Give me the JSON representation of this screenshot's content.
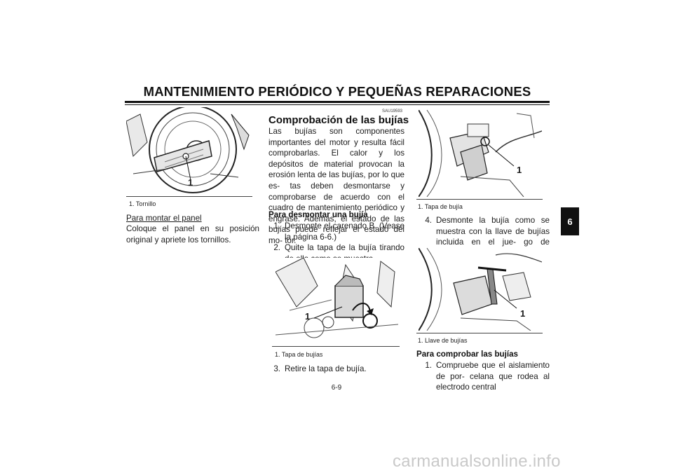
{
  "header": {
    "title": "MANTENIMIENTO PERIÓDICO Y PEQUEÑAS REPARACIONES"
  },
  "col1": {
    "figure_callout": "1",
    "caption": "1. Tornillo",
    "subheading": "Para montar el panel",
    "paragraph": "Coloque el panel en su posición original y apriete los tornillos."
  },
  "col2": {
    "code": "SAU19593",
    "title": "Comprobación de las bujías",
    "intro": "Las bujías son componentes importantes del motor y resulta fácil comprobarlas. El calor y los depósitos de material provocan la erosión lenta de las bujías, por lo que es- tas deben desmontarse y comprobarse de acuerdo con el cuadro de mantenimiento periódico y engrase. Además, el estado de las bujías puede reflejar el estado del mo- tor.",
    "subheading": "Para desmontar una bujía",
    "steps": [
      {
        "num": "1.",
        "text": "Desmonte el carenado B. (Vease la página 6-6.)"
      },
      {
        "num": "2.",
        "text": "Quite la tapa de la bujía tirando de ella como se muestra."
      }
    ],
    "figure_callout": "1",
    "caption": "1. Tapa de bujías",
    "step3": {
      "num": "3.",
      "text": "Retire la tapa de bujía."
    }
  },
  "col3": {
    "figure1_callout": "1",
    "caption1": "1. Tapa de bujía",
    "step4": {
      "num": "4.",
      "text": "Desmonte la bujía como se muestra con la llave de bujías incluida en el jue- go de herramientas del propietario."
    },
    "figure2_callout": "1",
    "caption2": "1. Llave de bujías",
    "subheading": "Para comprobar las bujías",
    "step1": {
      "num": "1.",
      "text": "Compruebe que el aislamiento de por- celana que rodea al electrodo central"
    }
  },
  "tab": {
    "label": "6"
  },
  "page_number": "6-9",
  "watermark": "carmanualsonline.info"
}
